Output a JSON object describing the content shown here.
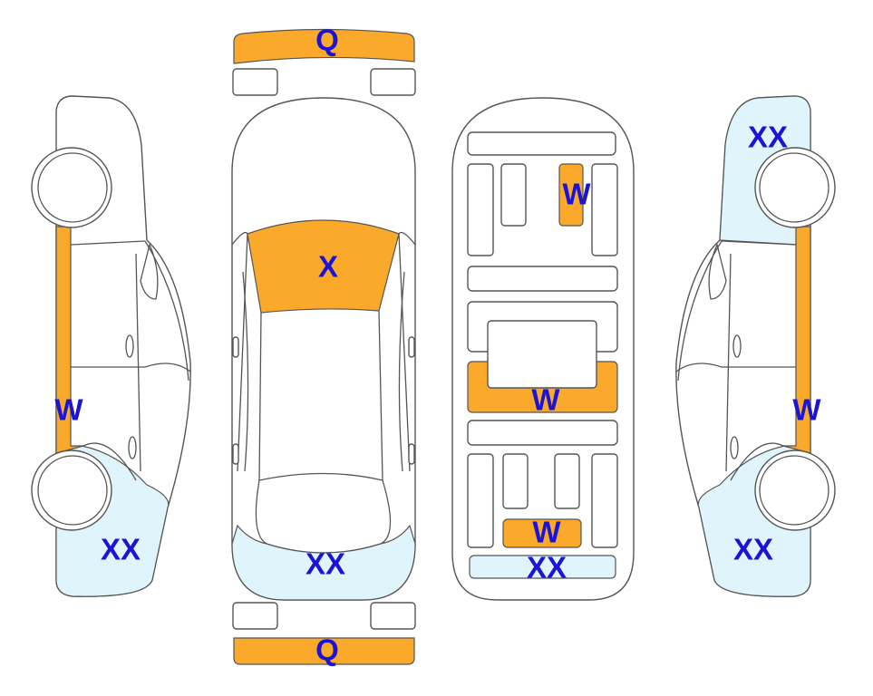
{
  "colors": {
    "damage": "#fba92b",
    "paint": "#dff4fb",
    "label": "#1a14d6",
    "stroke": "#555555"
  },
  "legend_codes": {
    "Q": "Q",
    "W": "W",
    "X": "X",
    "XX": "XX"
  },
  "panels": {
    "left_side": {
      "pillar": "W",
      "rear_quarter": "XX"
    },
    "top_view": {
      "front_bumper": "Q",
      "windshield": "X",
      "rear_end": "XX",
      "rear_bumper": "Q"
    },
    "underbody": {
      "front_member": "W",
      "center_cross_member": "W",
      "rear_member": "W",
      "rear_panel": "XX"
    },
    "right_side": {
      "front_fender": "XX",
      "pillar": "W",
      "rear_quarter": "XX"
    }
  }
}
